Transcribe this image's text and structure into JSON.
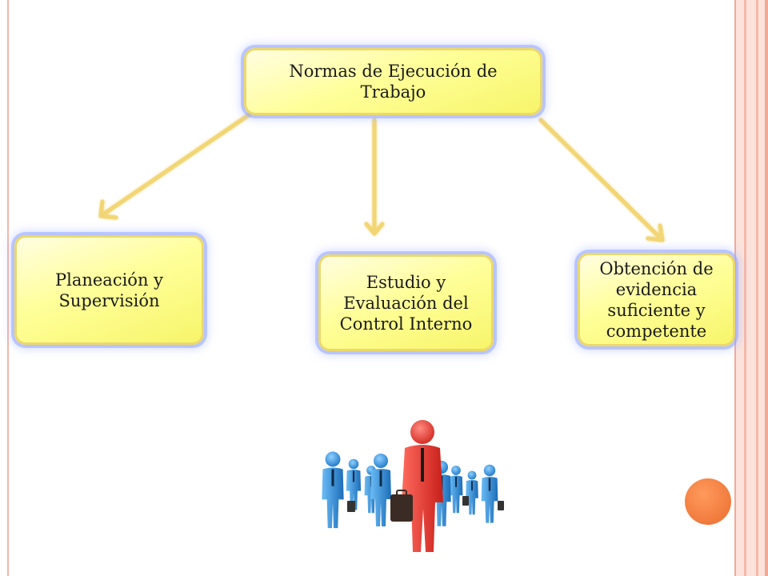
{
  "diagram": {
    "root": {
      "label": "Normas de Ejecución de\nTrabajo"
    },
    "children": [
      {
        "label": "Planeación y\nSupervisión"
      },
      {
        "label": "Estudio y\nEvaluación del\nControl Interno"
      },
      {
        "label": "Obtención de\nevidencia\nsuficiente y\ncompetente"
      }
    ]
  },
  "theme": {
    "box_fill": "#ffff9a",
    "box_border": "#ecd86c",
    "box_glow": "#aab9ff",
    "arrow_color": "#f2d675",
    "accent_circle": "#f07a3c",
    "side_bands": "#f5b9a8"
  },
  "illustration": {
    "description_icon": "business-team-icon",
    "leader_color": "#e8312a",
    "team_color": "#2e8ad6"
  }
}
